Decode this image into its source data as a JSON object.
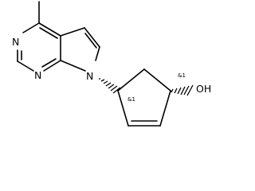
{
  "molecule": {
    "atoms": {
      "n1": "N",
      "n3": "N",
      "n7": "N",
      "o": "OH"
    },
    "stereo_labels": {
      "c_n": "&1",
      "c_oh": "&1"
    }
  },
  "colors": {
    "bond": "#000000",
    "text": "#000000",
    "background": "#ffffff"
  }
}
